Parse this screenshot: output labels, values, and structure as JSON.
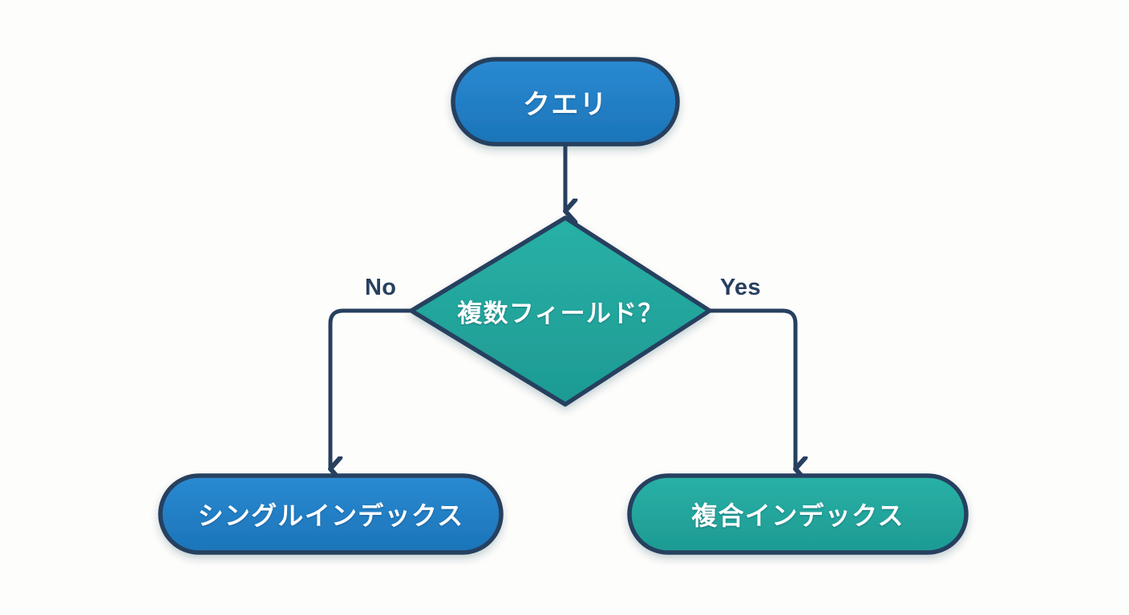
{
  "diagram": {
    "title": "index-selection-flowchart",
    "background_color": "#fdfdfb",
    "stroke_color": "#27405f",
    "blue_fill": "#2280c8",
    "teal_fill": "#23a89f",
    "node_text_color": "#ffffff",
    "edge_label_color": "#27405f"
  },
  "nodes": {
    "start": {
      "id": "query",
      "label": "クエリ",
      "shape": "rounded-rectangle",
      "fill": "#2280c8"
    },
    "decision": {
      "id": "multi-field",
      "label": "複数フィールド？",
      "shape": "diamond",
      "fill": "#23a89f"
    },
    "outcome_no": {
      "id": "single-index",
      "label": "シングルインデックス",
      "shape": "rounded-rectangle",
      "fill": "#2280c8"
    },
    "outcome_yes": {
      "id": "composite-index",
      "label": "複合インデックス",
      "shape": "rounded-rectangle",
      "fill": "#23a89f"
    }
  },
  "edges": [
    {
      "id": "query-to-decision",
      "from": "query",
      "to": "multi-field",
      "label": ""
    },
    {
      "id": "decision-to-single",
      "from": "multi-field",
      "to": "single-index",
      "label": "No"
    },
    {
      "id": "decision-to-composite",
      "from": "multi-field",
      "to": "composite-index",
      "label": "Yes"
    }
  ],
  "edge_labels": {
    "no": "No",
    "yes": "Yes"
  }
}
